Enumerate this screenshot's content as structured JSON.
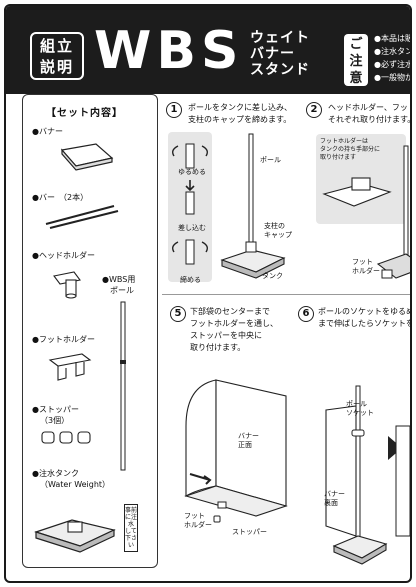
{
  "header": {
    "assembly_label": [
      "組立",
      "説明"
    ],
    "product_code": "WBS",
    "product_name": [
      "ウェイト",
      "バナー",
      "スタンド"
    ],
    "caution_label": [
      "ご",
      "注",
      "意"
    ],
    "notes": [
      "●本品は販売",
      "●注水タンク",
      "●必ず注水し",
      "●一般物が載"
    ]
  },
  "set_contents": {
    "title": "【セット内容】",
    "items": {
      "banner": "●バナー",
      "bar": "●バー　（2本）",
      "head_holder": "●ヘッドホルダー",
      "pole": [
        "●WBS用",
        "ポール"
      ],
      "foot_holder": "●フットホルダー",
      "stopper": [
        "●ストッパー",
        "（3個）"
      ],
      "tank": [
        "●注水タンク",
        "（Water Weight）"
      ],
      "tank_sticker": [
        "事前に注水",
        "して下さい"
      ]
    }
  },
  "step1": {
    "number": "1",
    "text": [
      "ポールをタンクに差し込み、",
      "支柱のキャップを締めます。"
    ],
    "labels": {
      "loosen": "ゆるめる",
      "insert": "差し込む",
      "tighten": "締める",
      "pole": "ポール",
      "cap": [
        "支柱の",
        "キャップ"
      ],
      "tank": "タンク"
    }
  },
  "step2": {
    "number": "2",
    "text": [
      "ヘッドホルダー、フットホル",
      "それぞれ取り付けます。"
    ],
    "labels": {
      "callout": [
        "フットホルダーは",
        "タンクの持ち手部分に",
        "取り付けます"
      ],
      "foot_holder": [
        "フット",
        "ホルダー"
      ]
    }
  },
  "step5": {
    "number": "5",
    "text": [
      "下部袋のセンターまで",
      "フットホルダーを通し、",
      "ストッパーを中央に",
      "取り付けます。"
    ],
    "labels": {
      "banner_front": [
        "バナー",
        "正面"
      ],
      "foot_holder": [
        "フット",
        "ホルダー"
      ],
      "stopper": "ストッパー"
    }
  },
  "step6": {
    "number": "6",
    "text": [
      "ポールのソケットをゆるめて",
      "まで伸ばしたらソケットを締"
    ],
    "labels": {
      "pole_socket": [
        "ポール",
        "ソケット"
      ],
      "banner_back": [
        "バナー",
        "裏面"
      ]
    }
  },
  "colors": {
    "header_bg": "#1c1c1c",
    "line": "#222222",
    "panel": "#e6e6e6"
  }
}
